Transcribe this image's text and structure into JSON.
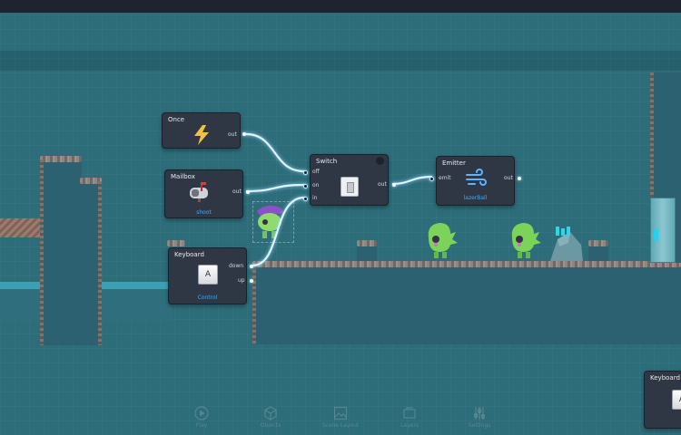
{
  "nodes": {
    "once": {
      "title": "Once",
      "out": "out"
    },
    "mailbox": {
      "title": "Mailbox",
      "out": "out",
      "message": "shoot"
    },
    "keyboard": {
      "title": "Keyboard",
      "key": "A",
      "binding": "Control",
      "down": "down",
      "up": "up"
    },
    "switch": {
      "title": "Switch",
      "off": "off",
      "on": "on",
      "in": "in",
      "out": "out"
    },
    "emitter": {
      "title": "Emitter",
      "emit": "emit",
      "out": "out",
      "projectile": "lazerBall"
    },
    "keyboard2": {
      "title": "Keyboard",
      "key": "A"
    }
  },
  "toolbar": [
    "Play",
    "Objects",
    "Scene Layout",
    "Layers",
    "Settings"
  ],
  "colors": {
    "canvas": "#2d6c79",
    "node_bg": "#303744",
    "wire": "#dff4ff",
    "sublabel": "#3fa9ff",
    "lightning": "#f3c13a"
  },
  "icons": [
    "lightning-icon",
    "mailbox-icon",
    "light-switch-icon",
    "wind-icon",
    "play-icon",
    "cube-icon",
    "image-icon",
    "layers-icon",
    "sliders-icon"
  ]
}
